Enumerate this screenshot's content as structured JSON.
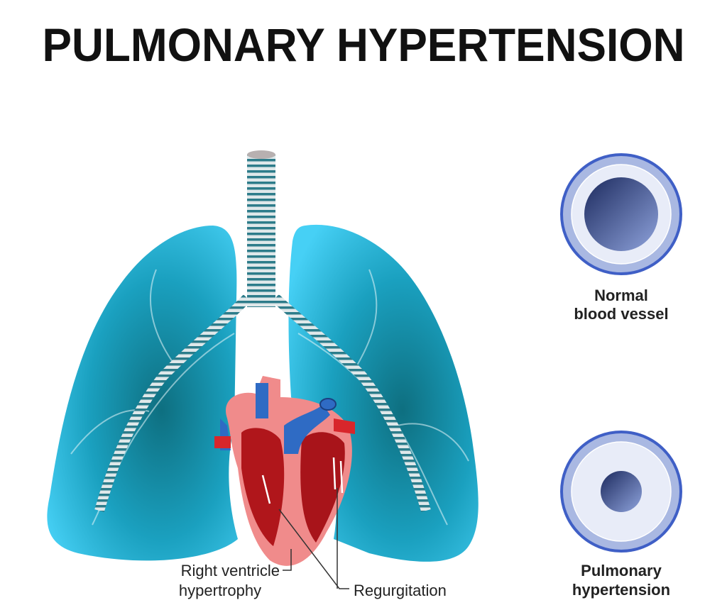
{
  "title": "PULMONARY HYPERTENSION",
  "labels": {
    "rv_line1": "Right ventricle",
    "rv_line2": "hypertrophy",
    "regurgitation": "Regurgitation",
    "normal_line1": "Normal",
    "normal_line2": "blood vessel",
    "ph_line1": "Pulmonary",
    "ph_line2": "hypertension"
  },
  "colors": {
    "lung": "#3cc4ee",
    "lung_dark": "#0e6f80",
    "heart": "#d8262b",
    "vein": "#2f6bc4",
    "vessel_ring": "#3f5fc6",
    "vessel_lumen": "#2c3b78"
  }
}
